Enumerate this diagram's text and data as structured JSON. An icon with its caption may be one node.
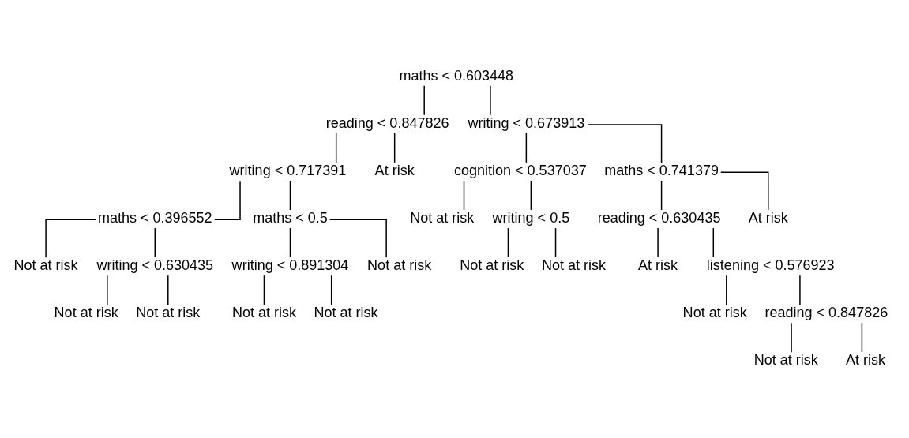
{
  "diagram": {
    "nodes": [
      {
        "text": [
          "maths < 0.603448"
        ]
      },
      {
        "text": [
          "reading < 0.847826"
        ]
      },
      {
        "text": [
          "writing < 0.717391"
        ]
      },
      {
        "text": [
          "maths < 0.396552"
        ]
      },
      {
        "text": [
          "Not at risk"
        ]
      },
      {
        "text": [
          "writing < 0.630435"
        ]
      },
      {
        "text": [
          "Not at risk"
        ]
      },
      {
        "text": [
          "Not at risk"
        ]
      },
      {
        "text": [
          "maths < 0.5"
        ]
      },
      {
        "text": [
          "writing < 0.891304"
        ]
      },
      {
        "text": [
          "Not at risk"
        ]
      },
      {
        "text": [
          "Not at risk"
        ]
      },
      {
        "text": [
          "Not at risk"
        ]
      },
      {
        "text": [
          "At risk"
        ]
      },
      {
        "text": [
          "writing < 0.673913"
        ]
      },
      {
        "text": [
          "cognition < 0.537037"
        ]
      },
      {
        "text": [
          "Not at risk"
        ]
      },
      {
        "text": [
          "writing < 0.5"
        ]
      },
      {
        "text": [
          "Not at risk"
        ]
      },
      {
        "text": [
          "Not at risk"
        ]
      },
      {
        "text": [
          "maths < 0.741379"
        ]
      },
      {
        "text": [
          "reading < 0.630435"
        ]
      },
      {
        "text": [
          "At risk"
        ]
      },
      {
        "text": [
          "listening < 0.576923"
        ]
      },
      {
        "text": [
          "Not at risk"
        ]
      },
      {
        "text": [
          "reading < 0.847826"
        ]
      },
      {
        "text": [
          "Not at risk"
        ]
      },
      {
        "text": [
          "At risk"
        ]
      },
      {
        "text": [
          "At risk"
        ]
      }
    ],
    "edges": [
      {
        "from": 0,
        "to": 1,
        "arrow": "none"
      },
      {
        "from": 1,
        "to": 2,
        "arrow": "none"
      },
      {
        "from": 2,
        "to": 3,
        "arrow": "none"
      },
      {
        "from": 3,
        "to": 4,
        "arrow": "none"
      },
      {
        "from": 3,
        "to": 5,
        "arrow": "none"
      },
      {
        "from": 5,
        "to": 6,
        "arrow": "none"
      },
      {
        "from": 5,
        "to": 7,
        "arrow": "none"
      },
      {
        "from": 2,
        "to": 8,
        "arrow": "none"
      },
      {
        "from": 8,
        "to": 9,
        "arrow": "none"
      },
      {
        "from": 9,
        "to": 10,
        "arrow": "none"
      },
      {
        "from": 9,
        "to": 11,
        "arrow": "none"
      },
      {
        "from": 8,
        "to": 12,
        "arrow": "none"
      },
      {
        "from": 1,
        "to": 13,
        "arrow": "none"
      },
      {
        "from": 0,
        "to": 14,
        "arrow": "none"
      },
      {
        "from": 14,
        "to": 15,
        "arrow": "none"
      },
      {
        "from": 15,
        "to": 16,
        "arrow": "none"
      },
      {
        "from": 15,
        "to": 17,
        "arrow": "none"
      },
      {
        "from": 17,
        "to": 18,
        "arrow": "none"
      },
      {
        "from": 17,
        "to": 19,
        "arrow": "none"
      },
      {
        "from": 14,
        "to": 20,
        "arrow": "none"
      },
      {
        "from": 20,
        "to": 21,
        "arrow": "none"
      },
      {
        "from": 21,
        "to": 22,
        "arrow": "none"
      },
      {
        "from": 21,
        "to": 23,
        "arrow": "none"
      },
      {
        "from": 23,
        "to": 24,
        "arrow": "none"
      },
      {
        "from": 23,
        "to": 25,
        "arrow": "none"
      },
      {
        "from": 25,
        "to": 26,
        "arrow": "none"
      },
      {
        "from": 25,
        "to": 27,
        "arrow": "none"
      },
      {
        "from": 20,
        "to": 28,
        "arrow": "none"
      }
    ]
  }
}
